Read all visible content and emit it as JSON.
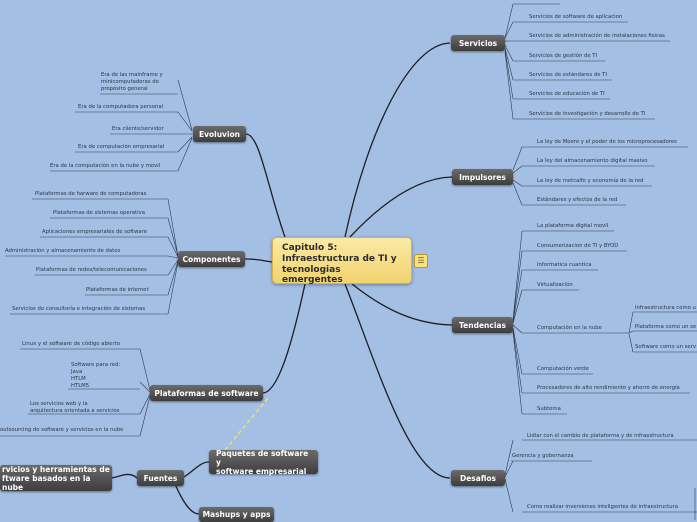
{
  "central": {
    "lines": [
      "Capitulo 5:",
      "Infraestructura de TI y",
      "tecnologias emergentes"
    ],
    "note_icon": "notes-icon"
  },
  "branches": {
    "servicios": {
      "label": "Servicios",
      "items": [
        "Servicios de software de aplicacion",
        "Servicios de administración de instalaciones fisicas",
        "Servicios de gestión de TI",
        "Servicios de estándares de TI",
        "Servicios de educación de TI",
        "Servicios de investigación y desarrollo de TI"
      ]
    },
    "evolucion": {
      "label": "Evoluvion",
      "items": [
        [
          "Era de las mainframe y",
          "minicomputadoras de",
          "propósito general"
        ],
        [
          "Era de la computadora personal"
        ],
        [
          "Era cliente/servidor"
        ],
        [
          "Era de computación empresarial"
        ],
        [
          "Era de la computación en la nube y movil"
        ]
      ]
    },
    "impulsores": {
      "label": "Impulsores",
      "items": [
        "La ley de Moore y el poder de los microprocesadores",
        "La ley del almacenamiento digital masivo",
        "La ley de metcalfe y economía de la red",
        "Estándares y efectos de la red"
      ]
    },
    "componentes": {
      "label": "Componentes",
      "items": [
        "Plataformas de harware de computadoras",
        "Plataformas de sistemas operativa",
        "Aplicaciones empresariales de software",
        "Administración y almacenamiento de datos",
        "Plataformas de redes/telecomunicaciones",
        "Plataformas de internet",
        "Servicios de consultoría e integración de sistemas"
      ]
    },
    "tendencias": {
      "label": "Tendencias",
      "items": [
        "La plataforma digital movil",
        "Consumerizacion de TI y BYOD",
        "Informatica cuantica",
        "Virtualización",
        "Computación en la nube",
        "Computación verde",
        "Procesadores de alto rendimiento y ahorro de energía",
        "Subtema"
      ],
      "nube_items": [
        "Infraestructura como u",
        "Plataforma como un se",
        "Software como un serv"
      ]
    },
    "plataformas": {
      "label": "Plataformas de software",
      "items": [
        [
          "Linux y el software de código abierto"
        ],
        [
          "Software para red:",
          "Java",
          "HTLM",
          "HTLM5"
        ],
        [
          "Los servicios web y la",
          "arquitectura orientada a servicios"
        ],
        [
          "outsourcing de software y servicios en la nube"
        ]
      ]
    },
    "paquetes": {
      "label": [
        "Paquetes de software y",
        "software empresarial"
      ]
    },
    "fuentes": {
      "label": "Fuentes",
      "servicios_nube": [
        "rvicios y herramientas de",
        "ftware basados en la nube"
      ],
      "mashups": "Mashups y apps"
    },
    "desafios": {
      "label": "Desafios",
      "items": [
        "Lidiar con el cambio de plataforma y de infraestructura",
        "Gerencia y gobernanza",
        "Como realizar inversiones inteligentes de infraestructura"
      ]
    }
  }
}
